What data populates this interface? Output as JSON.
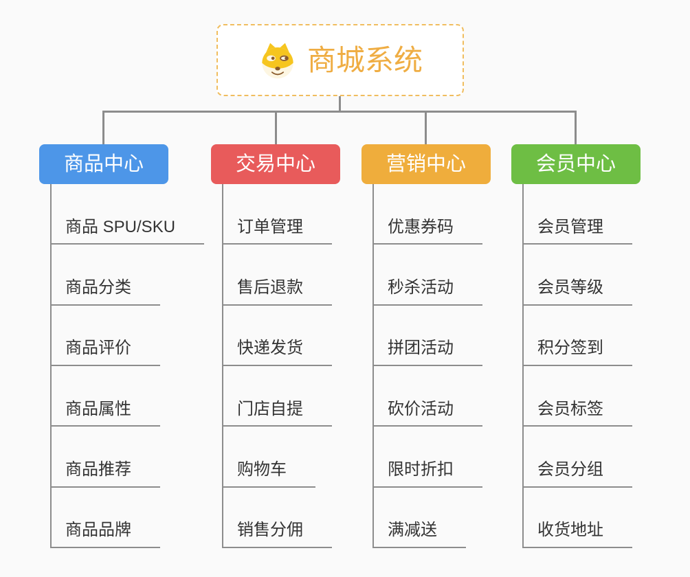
{
  "page": {
    "background_color": "#fafafa",
    "connector_color": "#8c8c8c"
  },
  "root": {
    "title": "商城系统",
    "icon": "dog-face-icon",
    "title_color": "#efad43",
    "border_color": "#f0bd5e"
  },
  "branches": [
    {
      "label": "商品中心",
      "color": "#4d96e8",
      "items": [
        "商品 SPU/SKU",
        "商品分类",
        "商品评价",
        "商品属性",
        "商品推荐",
        "商品品牌"
      ]
    },
    {
      "label": "交易中心",
      "color": "#e85b5b",
      "items": [
        "订单管理",
        "售后退款",
        "快递发货",
        "门店自提",
        "购物车",
        "销售分佣"
      ]
    },
    {
      "label": "营销中心",
      "color": "#efad3c",
      "items": [
        "优惠券码",
        "秒杀活动",
        "拼团活动",
        "砍价活动",
        "限时折扣",
        "满减送"
      ]
    },
    {
      "label": "会员中心",
      "color": "#6ebe44",
      "items": [
        "会员管理",
        "会员等级",
        "积分签到",
        "会员标签",
        "会员分组",
        "收货地址"
      ]
    }
  ]
}
